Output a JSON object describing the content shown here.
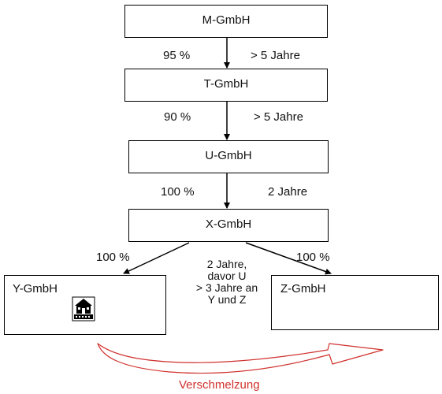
{
  "nodes": {
    "m": "M-GmbH",
    "t": "T-GmbH",
    "u": "U-GmbH",
    "x": "X-GmbH",
    "y": "Y-GmbH",
    "z": "Z-GmbH"
  },
  "edges": {
    "m_t": {
      "share": "95 %",
      "duration": "> 5 Jahre"
    },
    "t_u": {
      "share": "90 %",
      "duration": "> 5 Jahre"
    },
    "u_x": {
      "share": "100 %",
      "duration": "2 Jahre"
    },
    "x_y": {
      "share": "100 %"
    },
    "x_z": {
      "share": "100 %"
    }
  },
  "note": [
    "2 Jahre,",
    "davor U",
    "> 3 Jahre an",
    "Y und Z"
  ],
  "merge": {
    "label": "Verschmelzung",
    "color": "#d0312d"
  },
  "icons": {
    "property": "house-icon"
  }
}
